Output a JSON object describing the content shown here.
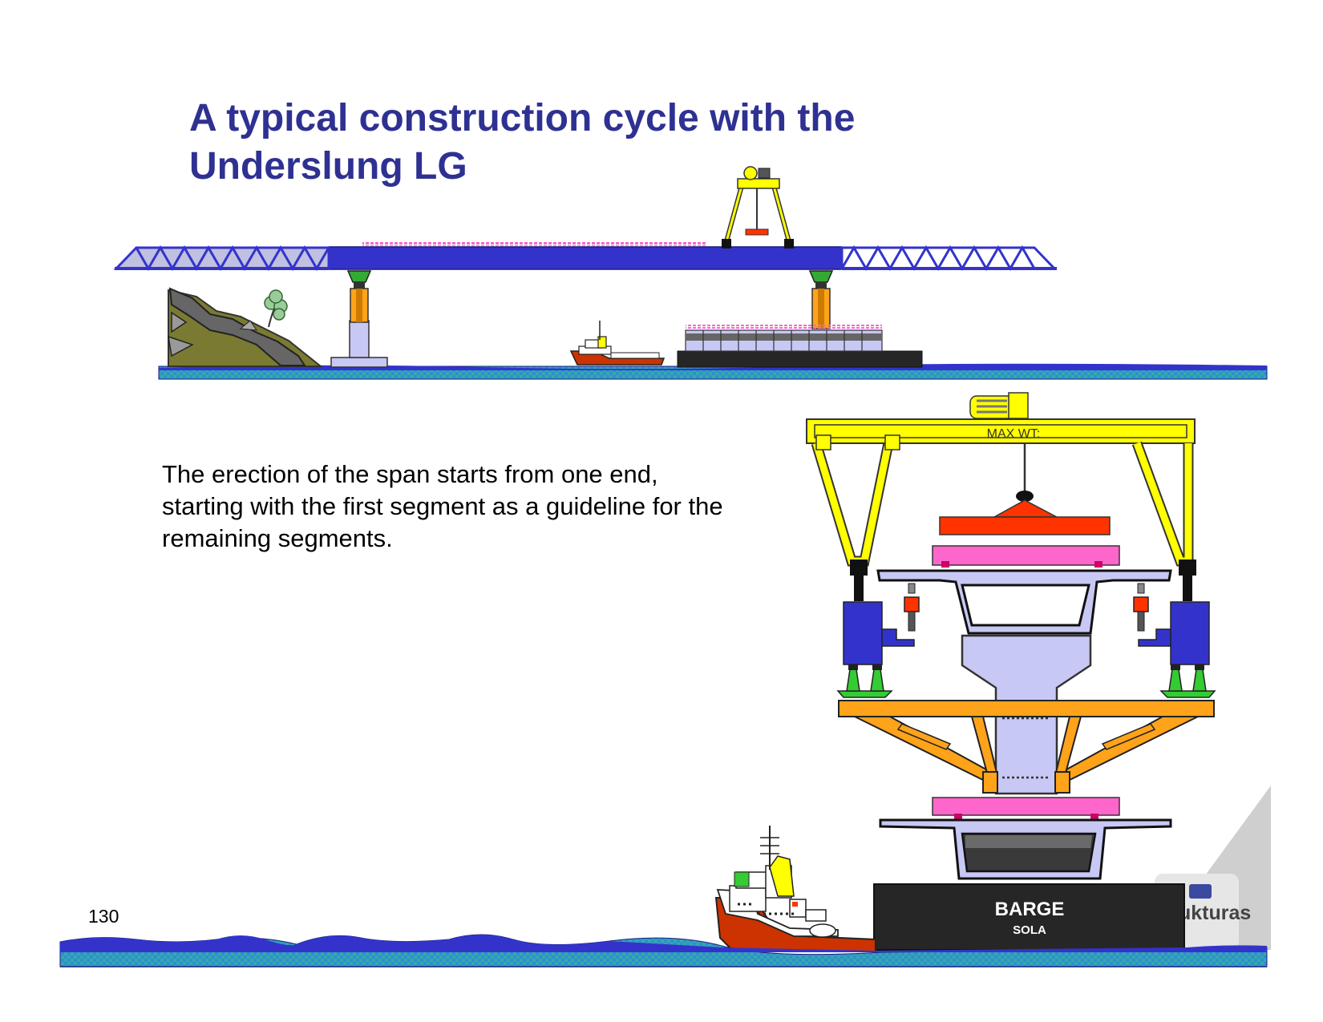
{
  "slide": {
    "title_lines": [
      "A typical construction cycle with the",
      "Underslung LG"
    ],
    "body_lines": [
      "The erection of the span starts from one end,",
      "starting with the first segment as a guideline for the",
      "remaining segments."
    ],
    "page_number": "130"
  },
  "diagram": {
    "gantry_label": "MAX WT:",
    "barge_label": "BARGE",
    "barge_sublabel": "SOLA",
    "logo_text": "ukturas"
  },
  "colors": {
    "title": "#2e3192",
    "girder_blue": "#3333cc",
    "gantry_yellow": "#ffff00",
    "frame_orange": "#ffa31a",
    "segment_lavender": "#c8c8f5",
    "bearing_pink": "#ff66cc",
    "spreader_red": "#ff3300",
    "jack_green": "#33cc33",
    "hull_red": "#cc3300",
    "barge_black": "#262626",
    "water_teal": "#33aaaa",
    "water_blue": "#3333cc"
  }
}
